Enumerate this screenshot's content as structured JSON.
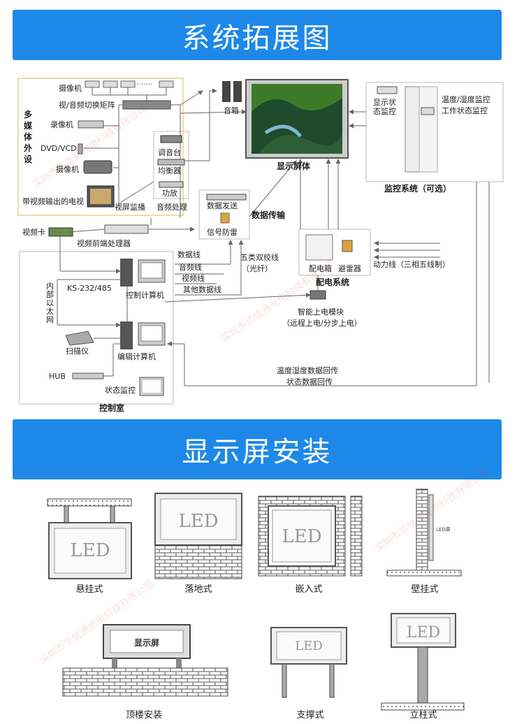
{
  "banner1": {
    "title": "系统拓展图"
  },
  "banner2": {
    "title": "显示屏安装"
  },
  "peripherals": {
    "title": "多媒体外设",
    "camera_top": "摄像机",
    "matrix": "视/音频切换矩阵",
    "recorder": "录像机",
    "dvd": "DVD/VCD",
    "camera2": "摄像机",
    "tv": "带视频输出的电视",
    "monitor_view": "视屏监播"
  },
  "audio": {
    "mixer": "调音台",
    "eq": "均衡器",
    "amp": "功放",
    "section": "音频处理",
    "speaker": "音箱"
  },
  "display": {
    "label": "显示屏体"
  },
  "data_tx": {
    "send": "数据发送",
    "lightning": "信号防雷",
    "title": "数据传输"
  },
  "monitoring": {
    "display_status": "显示状\n态监控",
    "temp_humidity": "温度/湿度监控",
    "work_status": "工作状态监控",
    "title": "监控系统（可选）"
  },
  "power": {
    "box": "配电箱",
    "arrester": "避雷器",
    "line": "动力线（三相五线制）",
    "title": "配电系统",
    "module": "智能上电模块",
    "module_sub": "（远程上电/分步上电）"
  },
  "control": {
    "video_card": "视频卡",
    "processor": "视频前端处理器",
    "lines": [
      "数据线",
      "音频线",
      "视频线",
      "其他数据线"
    ],
    "twisted": "五类双绞线",
    "fiber": "（光纤）",
    "ks": "KS-232/485",
    "ethernet": "内\n部\n以\n太\n网",
    "control_pc": "控制计算机",
    "scanner": "扫描仪",
    "edit_pc": "编辑计算机",
    "hub": "HUB",
    "status_mon": "状态监控",
    "room": "控制室",
    "feedback1": "温度湿度数据回传",
    "feedback2": "状态数据回传"
  },
  "installations": [
    {
      "name": "悬挂式",
      "screen_text": "LED"
    },
    {
      "name": "落地式",
      "screen_text": "LED"
    },
    {
      "name": "嵌入式",
      "screen_text": "LED"
    },
    {
      "name": "壁挂式",
      "screen_text": "LED屏"
    },
    {
      "name": "顶楼安装",
      "screen_text": "显示屏"
    },
    {
      "name": "支撑式",
      "screen_text": "LED"
    },
    {
      "name": "立柱式",
      "screen_text": "LED"
    }
  ],
  "watermark": "深圳市华信通光电科技有限公司",
  "colors": {
    "banner": "#1e88e8",
    "periph_border": "#e3d58a"
  }
}
